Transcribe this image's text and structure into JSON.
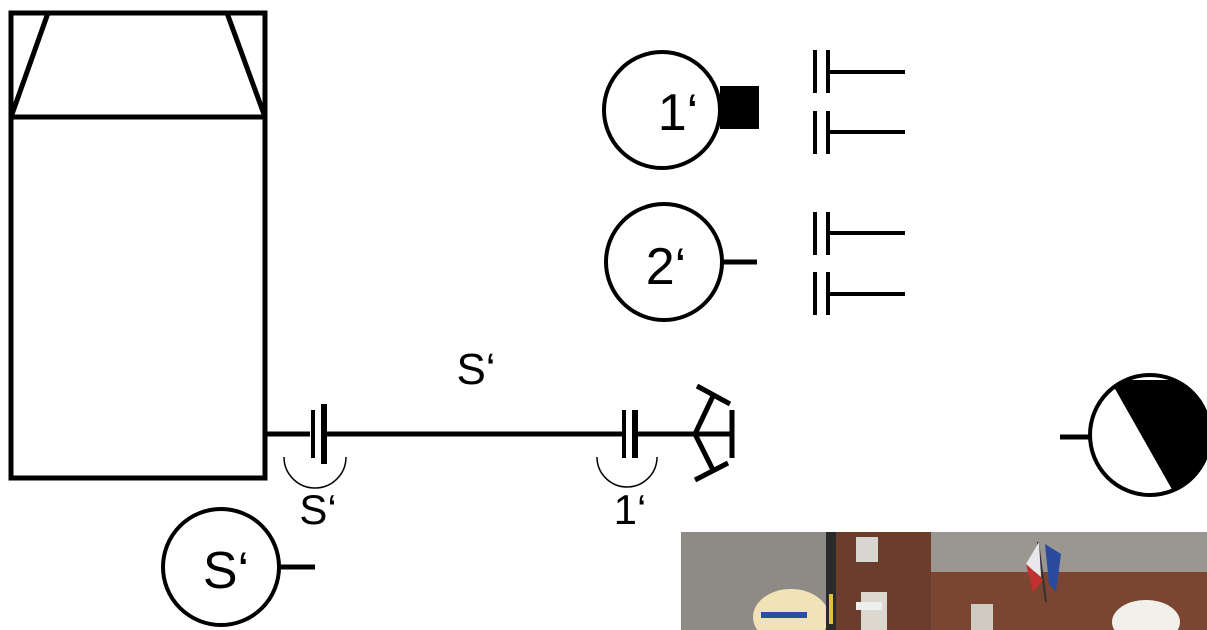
{
  "labels": {
    "member_1": "1‘",
    "member_2": "2‘",
    "hose_main": "S‘",
    "coupling_left": "S‘",
    "coupling_right": "1‘",
    "member_s": "S‘"
  },
  "colors": {
    "stroke": "#000000",
    "background": "#ffffff"
  },
  "photo": {
    "description_hint": "photo-thumbnail"
  }
}
